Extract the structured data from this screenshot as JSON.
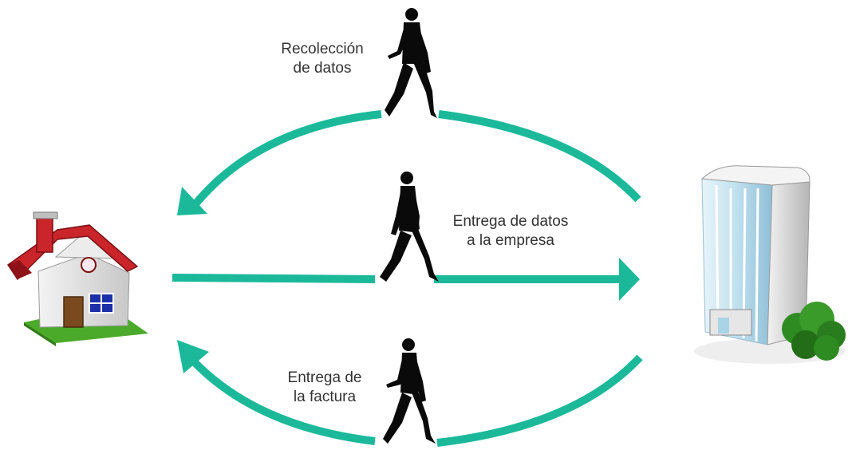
{
  "colors": {
    "arrow": "#1bb99a",
    "figure": "#0a0a0a",
    "roof": "#c9252b",
    "lawn": "#4caa2a",
    "building": "#cfe6f2",
    "bush": "#2e8b22"
  },
  "icons": {
    "house": "house-icon",
    "building": "office-building-icon",
    "person": "walking-person-icon",
    "bush": "bush-icon"
  },
  "steps": [
    {
      "line1": "Recolección",
      "line2": "de datos"
    },
    {
      "line1": "Entrega de datos",
      "line2": "a la empresa"
    },
    {
      "line1": "Entrega de",
      "line2": "la factura"
    }
  ]
}
